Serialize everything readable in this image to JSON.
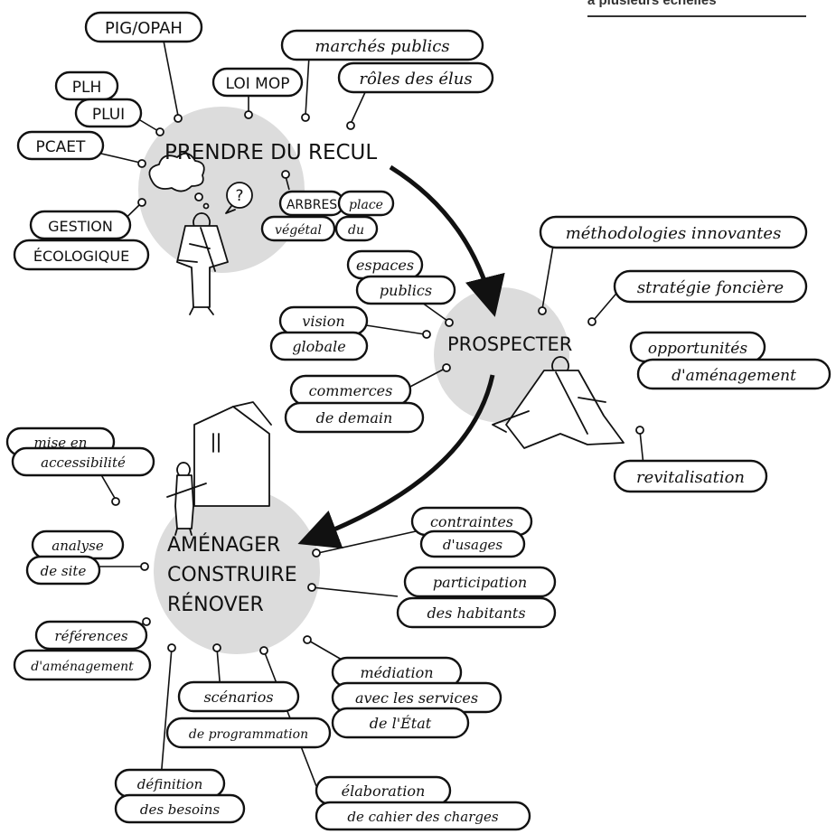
{
  "header": {
    "caption": "à plusieurs échelles"
  },
  "hubs": {
    "recul": "PRENDRE DU RECUL",
    "prospecter": "PROSPECTER",
    "amenager": [
      "AMÉNAGER",
      "CONSTRUIRE",
      "RÉNOVER"
    ]
  },
  "bubbles": {
    "pig": "PIG/OPAH",
    "loimop": "LOI MOP",
    "marches": "marchés publics",
    "roles": "rôles des élus",
    "plh": "PLH",
    "plui": "PLUI",
    "pcaet": "PCAET",
    "gestion": [
      "GESTION",
      "ÉCOLOGIQUE"
    ],
    "arbres": [
      "ARBRES",
      "végétal"
    ],
    "place": [
      "place",
      "du"
    ],
    "methodologies": "méthodologies innovantes",
    "strategie": "stratégie foncière",
    "opportunites": [
      "opportunités",
      "d'aménagement"
    ],
    "revitalisation": "revitalisation",
    "espaces": [
      "espaces",
      "publics"
    ],
    "vision": [
      "vision",
      "globale"
    ],
    "commerces": [
      "commerces",
      "de demain"
    ],
    "mise": [
      "mise en",
      "accessibilité"
    ],
    "analyse": [
      "analyse",
      "de site"
    ],
    "references": [
      "références",
      "d'aménagement"
    ],
    "contraintes": [
      "contraintes",
      "d'usages"
    ],
    "participation": [
      "participation",
      "des habitants"
    ],
    "mediation": [
      "médiation",
      "avec les services",
      "de l'État"
    ],
    "scenarios": [
      "scénarios",
      "de programmation"
    ],
    "definition": [
      "définition",
      "des besoins"
    ],
    "elaboration": [
      "élaboration",
      "de cahier des charges"
    ]
  },
  "icons": {
    "thought": "thought-cloud-icon",
    "question": "?"
  }
}
